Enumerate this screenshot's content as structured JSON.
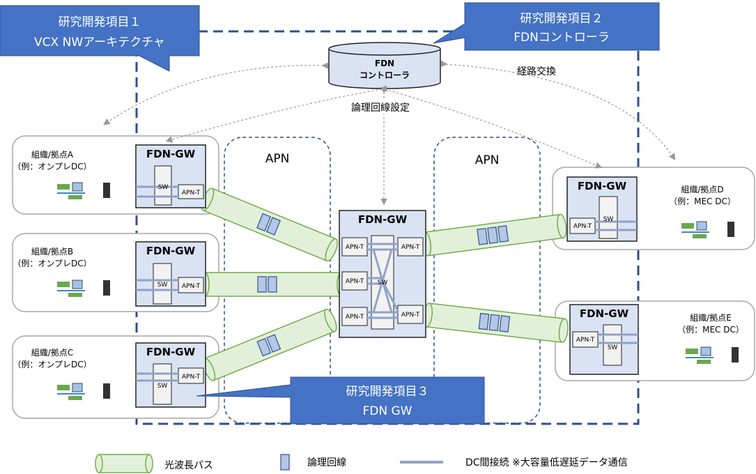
{
  "callouts": {
    "item1_line1": "研究開発項目１",
    "item1_line2": "VCX NWアーキテクチャ",
    "item2_line1": "研究開発項目２",
    "item2_line2": "FDNコントローラ",
    "item3_line1": "研究開発項目３",
    "item3_line2": "FDN GW"
  },
  "controller": {
    "line1": "FDN",
    "line2": "コントローラ"
  },
  "labels": {
    "route_exchange": "経路交換",
    "logical_setup": "論理回線設定",
    "apn": "APN",
    "fdn_gw": "FDN-GW",
    "sw": "SW",
    "apn_t": "APN-T"
  },
  "sites": [
    {
      "name": "組織/拠点A",
      "type": "（例：オンプレDC）"
    },
    {
      "name": "組織/拠点B",
      "type": "（例：オンプレDC）"
    },
    {
      "name": "組織/拠点C",
      "type": "（例：オンプレDC）"
    },
    {
      "name": "組織/拠点D",
      "type": "（例：MEC DC）"
    },
    {
      "name": "組織/拠点E",
      "type": "（例：MEC DC）"
    }
  ],
  "legend": {
    "optical_path": "光波長パス",
    "logical_line": "論理回線",
    "dc_connection": "DC間接続 ※大容量低遅延データ通信"
  },
  "colors": {
    "callout_fill": "#4472c4",
    "boundary": "#2f4f8f",
    "gw_fill": "#dae3f3",
    "tube_fill": "#e2f0d9",
    "tube_stroke": "#70ad47",
    "dc_line": "#8fa2c8"
  }
}
